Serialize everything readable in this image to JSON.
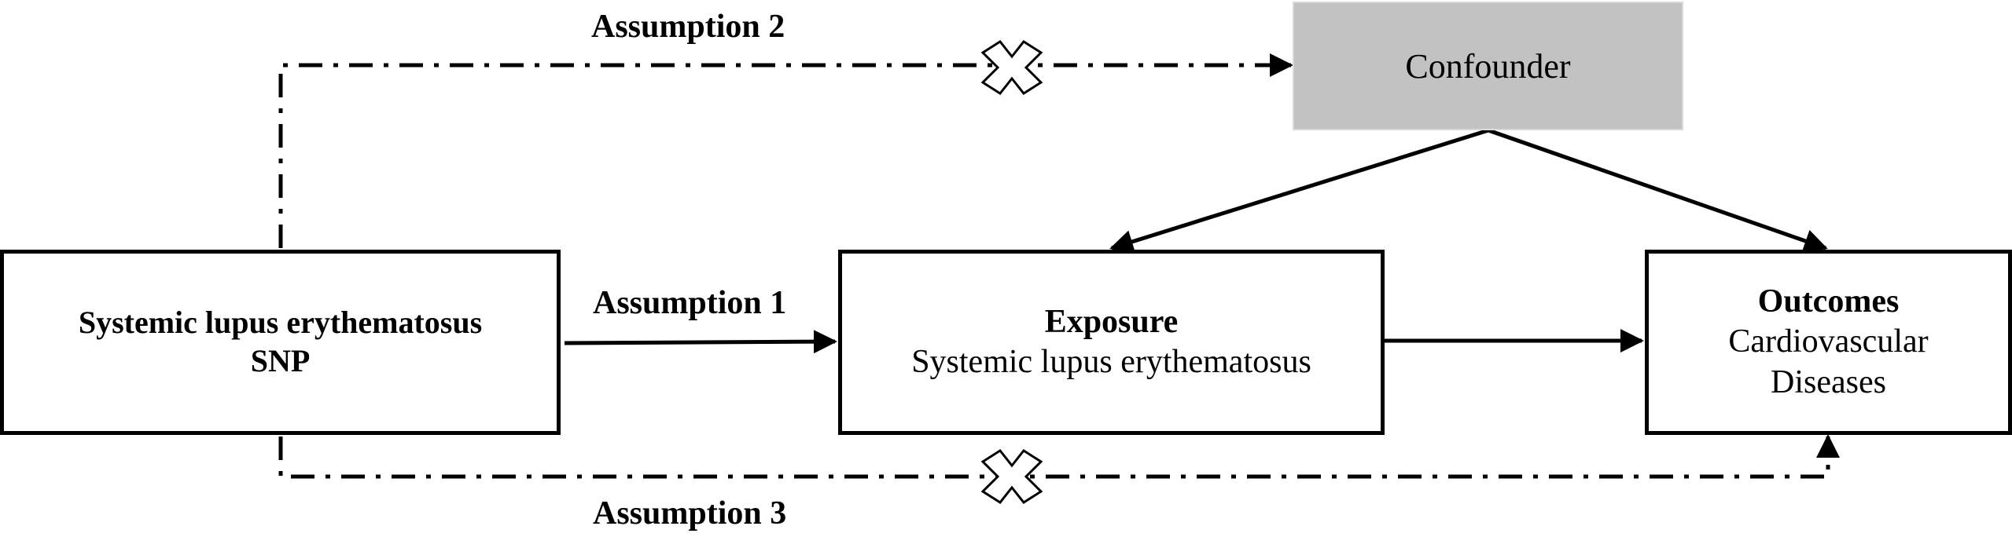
{
  "nodes": {
    "snp": {
      "line1": "Systemic lupus erythematosus",
      "line2": "SNP"
    },
    "exposure": {
      "heading": "Exposure",
      "detail": "Systemic lupus erythematosus"
    },
    "outcomes": {
      "heading": "Outcomes",
      "detail_line1": "Cardiovascular",
      "detail_line2": "Diseases"
    },
    "confounder": {
      "label": "Confounder"
    }
  },
  "assumptions": {
    "a1": "Assumption 1",
    "a2": "Assumption 2",
    "a3": "Assumption 3"
  },
  "colors": {
    "confounder_fill": "#c2c2c2",
    "line": "#000000"
  }
}
